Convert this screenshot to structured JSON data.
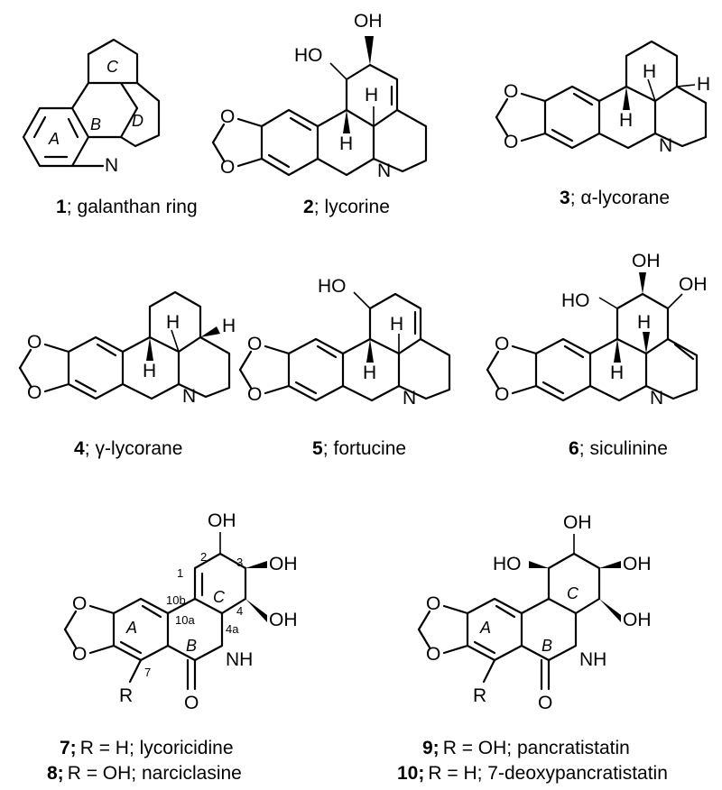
{
  "compounds": [
    {
      "number": "1",
      "sep": ";",
      "name": "galanthan ring"
    },
    {
      "number": "2",
      "sep": ";",
      "name": "lycorine"
    },
    {
      "number": "3",
      "sep": ";",
      "name": "α-lycorane"
    },
    {
      "number": "4",
      "sep": ";",
      "name": "γ-lycorane"
    },
    {
      "number": "5",
      "sep": ";",
      "name": "fortucine"
    },
    {
      "number": "6",
      "sep": ";",
      "name": "siculinine"
    },
    {
      "number": "7;",
      "sep": "",
      "name": "R = H; lycoricidine"
    },
    {
      "number": "8;",
      "sep": "",
      "name": "R = OH; narciclasine"
    },
    {
      "number": "9;",
      "sep": "",
      "name": "R = OH; pancratistatin"
    },
    {
      "number": "10;",
      "sep": "",
      "name": "R = H; 7-deoxypancratistatin"
    }
  ],
  "ring_labels": {
    "A": "A",
    "B": "B",
    "C": "C",
    "D": "D"
  },
  "atoms": {
    "O": "O",
    "N": "N",
    "H": "H",
    "OH": "OH",
    "HO": "HO",
    "NH": "NH",
    "R": "R"
  },
  "locants": {
    "l1": "1",
    "l2": "2",
    "l3": "3",
    "l4": "4",
    "l4a": "4a",
    "l10a": "10a",
    "l10b": "10b",
    "l7": "7"
  }
}
